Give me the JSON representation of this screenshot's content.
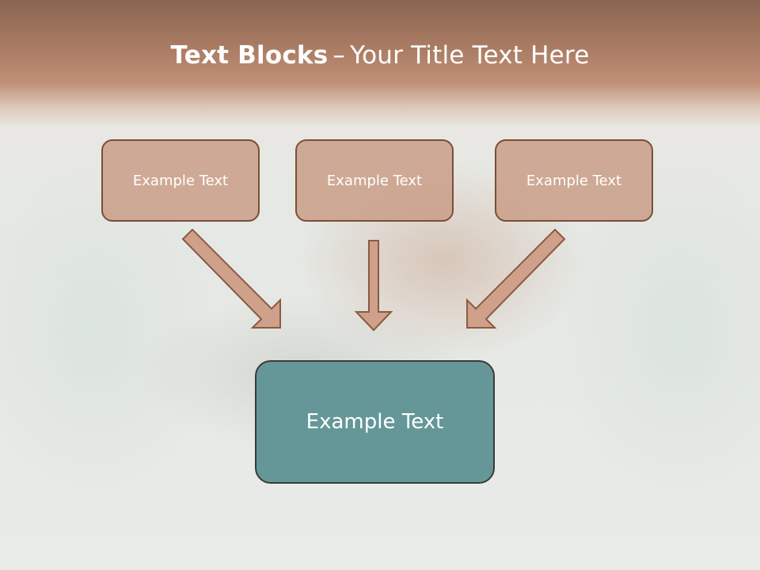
{
  "title": {
    "bold": "Text Blocks",
    "dash": "–",
    "rest": "Your Title Text Here"
  },
  "boxes": {
    "left": "Example Text",
    "middle": "Example Text",
    "right": "Example Text",
    "bottom": "Example Text"
  },
  "colors": {
    "header_band": "#a87a62",
    "small_box_fill": "#c89b84",
    "small_box_border": "#7a4e38",
    "big_box_fill": "#659798",
    "arrow_fill": "#cfa08a",
    "arrow_stroke": "#8a5a44"
  }
}
